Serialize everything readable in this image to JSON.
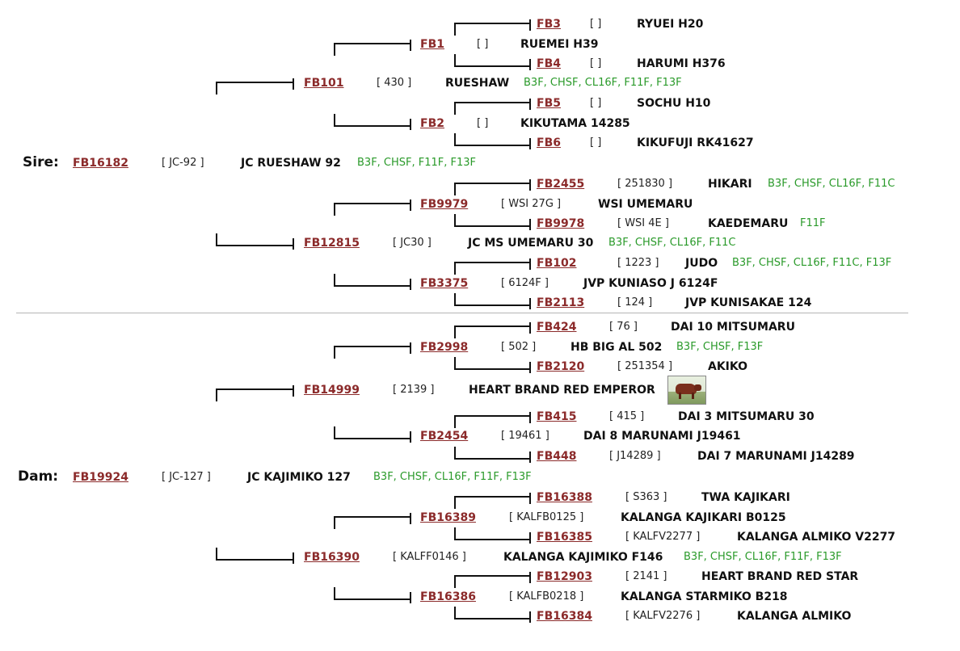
{
  "sire_label": "Sire:",
  "dam_label": "Dam:",
  "rows": [
    {
      "id": "FB3",
      "regno": "[ ]",
      "name": "RYUEI H20",
      "codes": ""
    },
    {
      "id": "FB1",
      "regno": "[ ]",
      "name": "RUEMEI H39",
      "codes": ""
    },
    {
      "id": "FB4",
      "regno": "[ ]",
      "name": "HARUMI H376",
      "codes": ""
    },
    {
      "id": "FB101",
      "regno": "[ 430 ]",
      "name": "RUESHAW",
      "codes": "B3F, CHSF, CL16F, F11F, F13F"
    },
    {
      "id": "FB5",
      "regno": "[ ]",
      "name": "SOCHU H10",
      "codes": ""
    },
    {
      "id": "FB2",
      "regno": "[ ]",
      "name": "KIKUTAMA 14285",
      "codes": ""
    },
    {
      "id": "FB6",
      "regno": "[ ]",
      "name": "KIKUFUJI RK41627",
      "codes": ""
    },
    {
      "id": "FB16182",
      "regno": "[ JC-92 ]",
      "name": "JC RUESHAW 92",
      "codes": "B3F, CHSF, F11F, F13F"
    },
    {
      "id": "FB2455",
      "regno": "[ 251830 ]",
      "name": "HIKARI",
      "codes": "B3F, CHSF, CL16F, F11C"
    },
    {
      "id": "FB9979",
      "regno": "[ WSI 27G ]",
      "name": "WSI UMEMARU",
      "codes": ""
    },
    {
      "id": "FB9978",
      "regno": "[ WSI 4E ]",
      "name": "KAEDEMARU",
      "codes": "F11F"
    },
    {
      "id": "FB12815",
      "regno": "[ JC30 ]",
      "name": "JC MS UMEMARU 30",
      "codes": "B3F, CHSF, CL16F, F11C"
    },
    {
      "id": "FB102",
      "regno": "[ 1223 ]",
      "name": "JUDO",
      "codes": "B3F, CHSF, CL16F, F11C, F13F"
    },
    {
      "id": "FB3375",
      "regno": "[ 6124F ]",
      "name": "JVP KUNIASO J 6124F",
      "codes": ""
    },
    {
      "id": "FB2113",
      "regno": "[ 124 ]",
      "name": "JVP KUNISAKAE 124",
      "codes": ""
    },
    {
      "id": "FB424",
      "regno": "[ 76 ]",
      "name": "DAI 10 MITSUMARU",
      "codes": ""
    },
    {
      "id": "FB2998",
      "regno": "[ 502 ]",
      "name": "HB BIG AL 502",
      "codes": "B3F, CHSF, F13F"
    },
    {
      "id": "FB2120",
      "regno": "[ 251354 ]",
      "name": "AKIKO",
      "codes": ""
    },
    {
      "id": "FB14999",
      "regno": "[ 2139 ]",
      "name": "HEART BRAND RED EMPEROR",
      "codes": ""
    },
    {
      "id": "FB415",
      "regno": "[ 415 ]",
      "name": "DAI 3 MITSUMARU 30",
      "codes": ""
    },
    {
      "id": "FB2454",
      "regno": "[ 19461 ]",
      "name": "DAI 8 MARUNAMI J19461",
      "codes": ""
    },
    {
      "id": "FB448",
      "regno": "[ J14289 ]",
      "name": "DAI 7 MARUNAMI J14289",
      "codes": ""
    },
    {
      "id": "FB19924",
      "regno": "[ JC-127 ]",
      "name": "JC KAJIMIKO 127",
      "codes": "B3F, CHSF, CL16F, F11F, F13F"
    },
    {
      "id": "FB16388",
      "regno": "[ S363 ]",
      "name": "TWA KAJIKARI",
      "codes": ""
    },
    {
      "id": "FB16389",
      "regno": "[ KALFB0125 ]",
      "name": "KALANGA KAJIKARI B0125",
      "codes": ""
    },
    {
      "id": "FB16385",
      "regno": "[ KALFV2277 ]",
      "name": "KALANGA ALMIKO V2277",
      "codes": ""
    },
    {
      "id": "FB16390",
      "regno": "[ KALFF0146 ]",
      "name": "KALANGA KAJIMIKO F146",
      "codes": "B3F, CHSF, CL16F, F11F, F13F"
    },
    {
      "id": "FB12903",
      "regno": "[ 2141 ]",
      "name": "HEART BRAND RED STAR",
      "codes": ""
    },
    {
      "id": "FB16386",
      "regno": "[ KALFB0218 ]",
      "name": "KALANGA STARMIKO B218",
      "codes": ""
    },
    {
      "id": "FB16384",
      "regno": "[ KALFV2276 ]",
      "name": "KALANGA ALMIKO",
      "codes": ""
    }
  ]
}
